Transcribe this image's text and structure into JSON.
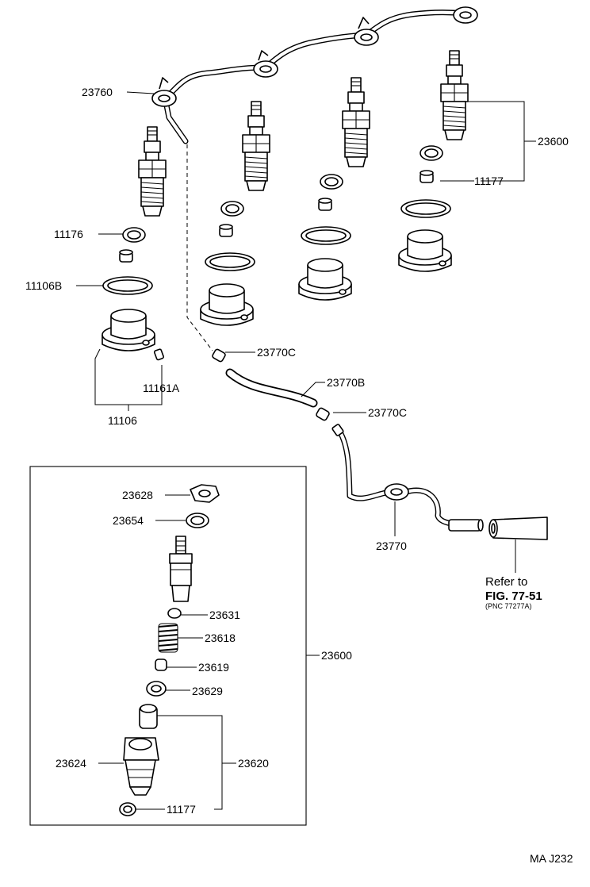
{
  "labels": {
    "l23760": "23760",
    "l23600_top": "23600",
    "l11177_top": "11177",
    "l11176": "11176",
    "l11106B": "11106B",
    "l23770C_a": "23770C",
    "l23770B": "23770B",
    "l23770C_b": "23770C",
    "l11161A": "11161A",
    "l11106": "11106",
    "l23770": "23770",
    "l23628": "23628",
    "l23654": "23654",
    "l23631": "23631",
    "l23618": "23618",
    "l23619": "23619",
    "l23629": "23629",
    "l23600_box": "23600",
    "l23624": "23624",
    "l23620": "23620",
    "l11177_box": "11177"
  },
  "reference": {
    "line1": "Refer to",
    "line2": "FIG. 77-51",
    "line3": "(PNC 77277A)"
  },
  "figure_code": "MA J232"
}
